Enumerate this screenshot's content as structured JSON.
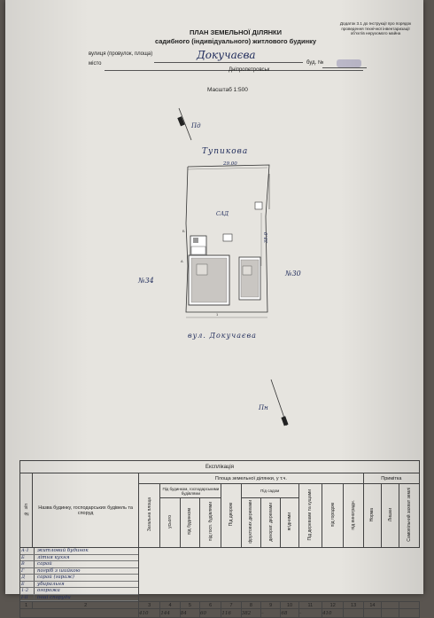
{
  "header": {
    "note": "Додаток 3.1 до Інструкції про порядок проведення технічної інвентаризації об'єктів нерухомого майна",
    "title_line1": "ПЛАН ЗЕМЕЛЬНОЇ ДІЛЯНКИ",
    "title_line2": "садибного (індивідуального) житлового будинку",
    "street_label": "вулиця (провулок, площа)",
    "street_value": "Докучаєва",
    "house_label": "буд. №",
    "city_label": "місто",
    "city_value": "Дніпропетровськ",
    "scale": "Масштаб 1:500"
  },
  "plan": {
    "north_label": "Пд",
    "south_label": "Пн",
    "top_street": "Тупикова",
    "bottom_street": "вул. Докучаєва",
    "left_neighbor": "№34",
    "right_neighbor": "№30",
    "top_dimension": "29.00",
    "right_dimension": "35.0",
    "yard_label": "САД"
  },
  "table": {
    "caption": "Експлікація",
    "col_num": "№ з/п",
    "col_name": "Назва будинку, господарських будівель та споруд",
    "area_header": "Площа земельної ділянки, у т.ч.",
    "notes_header": "Примітка",
    "total_area": "Загальна площа",
    "under_buildings": "Під будинком, господарськими будівлями",
    "total": "усього",
    "under_house": "під будинком",
    "under_outbuildings": "під госп. будівлями",
    "under_yard": "Під двором",
    "under_garden": "Під садом",
    "fruit": "фруктових деревами",
    "decorative": "декорат. деревами",
    "berry": "ягідними",
    "vineyard": "під виноградн.",
    "under_trees": "Під деревами та кущами",
    "vegetable": "під городом",
    "normal": "Норма",
    "excess": "Лишки",
    "unauthorized": "Самовільний захват землі",
    "numbers": [
      "1",
      "2",
      "3",
      "4",
      "5",
      "6",
      "7",
      "8",
      "9",
      "10",
      "11",
      "12",
      "13",
      "14"
    ],
    "rows": [
      {
        "num": "А-1",
        "name": "житловий будинок"
      },
      {
        "num": "Б",
        "name": "літня кухня"
      },
      {
        "num": "В",
        "name": "сарай"
      },
      {
        "num": "Г",
        "name": "погріб з шийкою"
      },
      {
        "num": "Д",
        "name": "сарай (гараж)"
      },
      {
        "num": "Е",
        "name": "убиральня"
      },
      {
        "num": "1-2",
        "name": "огорожа"
      },
      {
        "num": "І-ІІ",
        "name": "інші споруди"
      }
    ],
    "values": [
      "410",
      "144",
      "84",
      "60",
      "116",
      "382",
      "–",
      "68",
      "–",
      "410",
      "",
      ""
    ]
  }
}
